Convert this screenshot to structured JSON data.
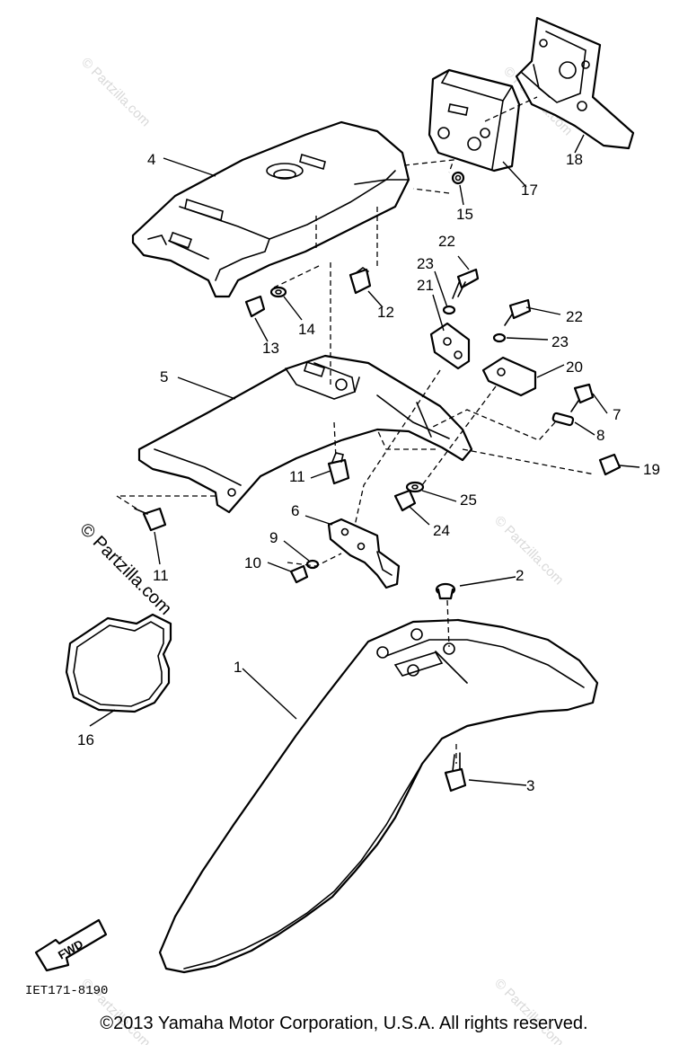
{
  "diagram": {
    "callouts": {
      "c1": "1",
      "c2": "2",
      "c3": "3",
      "c4": "4",
      "c5": "5",
      "c6": "6",
      "c7": "7",
      "c8": "8",
      "c9": "9",
      "c10": "10",
      "c11a": "11",
      "c11b": "11",
      "c12": "12",
      "c13": "13",
      "c14": "14",
      "c15": "15",
      "c16": "16",
      "c17": "17",
      "c18": "18",
      "c19": "19",
      "c20": "20",
      "c21": "21",
      "c22a": "22",
      "c22b": "22",
      "c23a": "23",
      "c23b": "23",
      "c24": "24",
      "c25": "25"
    },
    "watermark_text": "© Partzilla.com",
    "fwd_label": "FWD",
    "drawing_code": "IET171-8190"
  },
  "footer": {
    "copyright": "©2013 Yamaha Motor Corporation, U.S.A. All rights reserved."
  }
}
